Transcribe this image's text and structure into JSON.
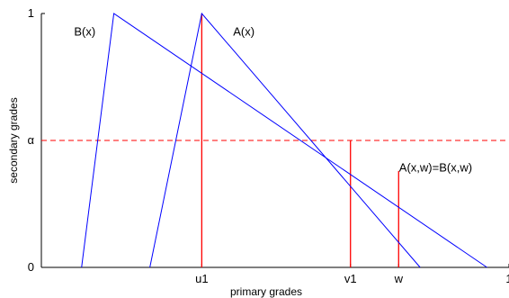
{
  "chart_data": {
    "type": "line",
    "title": "",
    "xlabel": "primary grades",
    "ylabel": "secondary grades",
    "xlim": [
      0,
      1
    ],
    "ylim": [
      0,
      1
    ],
    "grid": false,
    "x_tick_labels": [
      {
        "x": 0.343,
        "label": "u1"
      },
      {
        "x": 0.661,
        "label": "v1"
      },
      {
        "x": 0.764,
        "label": "w"
      },
      {
        "x": 1.0,
        "label": "1"
      }
    ],
    "y_tick_labels": [
      {
        "y": 0.0,
        "label": "0"
      },
      {
        "y": 0.5,
        "label": "α"
      },
      {
        "y": 1.0,
        "label": "1"
      }
    ],
    "series": [
      {
        "name": "B(x)",
        "color": "#0000ff",
        "x": [
          0.086,
          0.155,
          0.953
        ],
        "y": [
          0,
          1,
          0
        ]
      },
      {
        "name": "A(x)",
        "color": "#0000ff",
        "x": [
          0.232,
          0.343,
          0.81
        ],
        "y": [
          0,
          1,
          0
        ]
      }
    ],
    "alpha_line": {
      "y": 0.5,
      "color": "#ff0000",
      "style": "dashed"
    },
    "vertical_lines": [
      {
        "x": 0.343,
        "y": 1.0,
        "color": "#ff0000"
      },
      {
        "x": 0.661,
        "y": 0.5,
        "color": "#ff0000"
      },
      {
        "x": 0.764,
        "y": 0.38,
        "color": "#ff0000"
      }
    ],
    "annotations": [
      {
        "text": "B(x)",
        "x": 0.07,
        "y": 0.93
      },
      {
        "text": "A(x)",
        "x": 0.41,
        "y": 0.93
      },
      {
        "text": "A(x,w)=B(x,w)",
        "x": 0.765,
        "y": 0.395
      }
    ]
  }
}
